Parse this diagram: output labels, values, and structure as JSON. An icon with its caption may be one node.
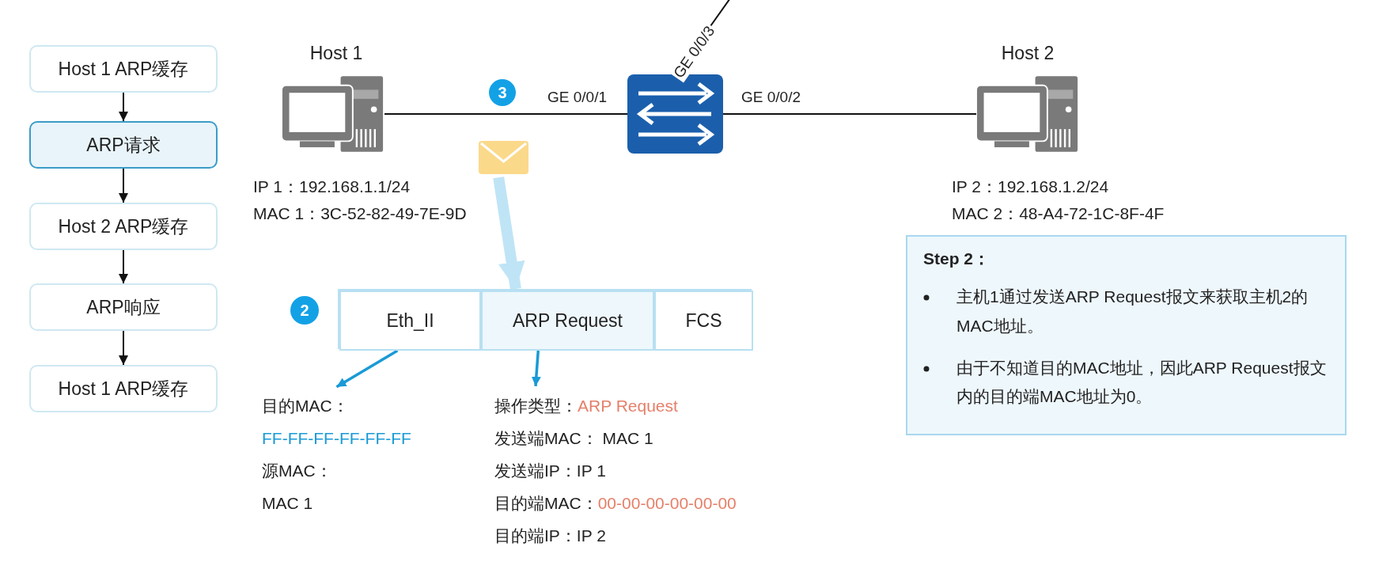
{
  "diagram": {
    "nodes": [
      {
        "text": [
          "Host 1 ARP缓存"
        ]
      },
      {
        "text": [
          "ARP请求"
        ]
      },
      {
        "text": [
          "Host 2 ARP缓存"
        ]
      },
      {
        "text": [
          "ARP响应"
        ]
      },
      {
        "text": [
          "Host 1 ARP缓存"
        ]
      },
      {
        "text": [
          "Host 1"
        ],
        "beside": [
          "IP 1：192.168.1.1/24",
          "MAC 1：3C-52-82-49-7E-9D"
        ]
      },
      {
        "text": [],
        "shape": "box"
      },
      {
        "text": [
          "Host 2"
        ],
        "beside": [
          "IP 2：192.168.1.2/24",
          "MAC 2：48-A4-72-1C-8F-4F"
        ]
      },
      {
        "text": [],
        "shape": "envelope"
      },
      {
        "text": [],
        "shape": "box"
      },
      {
        "text": [
          "Eth_II"
        ],
        "in": 9
      },
      {
        "text": [
          "ARP Request"
        ],
        "in": 9
      },
      {
        "text": [
          "FCS"
        ],
        "in": 9
      },
      {
        "text": [
          "目的MAC：",
          "FF-FF-FF-FF-FF-FF",
          "源MAC：",
          "MAC 1"
        ]
      },
      {
        "text": [
          "操作类型：",
          "ARP Request",
          "发送端MAC：  MAC 1",
          "发送端IP：IP 1",
          "目的端MAC：",
          "00-00-00-00-00-00",
          "目的端IP：IP 2"
        ]
      },
      {
        "text": [
          "Step 2：",
          "主机1通过发送ARP Request报文来获取主机2的MAC地址。",
          "由于不知道目的MAC地址，因此ARP Request报文内的目的端MAC地址为0。"
        ]
      }
    ],
    "edges": [
      {
        "from": 0,
        "to": 1,
        "arrow": "to"
      },
      {
        "from": 1,
        "to": 2,
        "arrow": "to"
      },
      {
        "from": 2,
        "to": 3,
        "arrow": "to"
      },
      {
        "from": 3,
        "to": 4,
        "arrow": "to"
      },
      {
        "from": 5,
        "to": 6,
        "arrow": "none",
        "label": "GE 0/0/1"
      },
      {
        "from": 6,
        "to": 7,
        "arrow": "none",
        "label": "GE 0/0/2"
      },
      {
        "from": 6,
        "to": null,
        "arrow": "none",
        "label": "GE 0/0/3"
      },
      {
        "from": 8,
        "to": 9,
        "arrow": "to",
        "style": "thick",
        "color": "#bfe4f6"
      },
      {
        "from": 10,
        "to": 13,
        "arrow": "to",
        "color": "#1a9ad6"
      },
      {
        "from": 11,
        "to": 14,
        "arrow": "to",
        "color": "#1a9ad6"
      }
    ],
    "labels": [
      "3",
      "2"
    ]
  }
}
